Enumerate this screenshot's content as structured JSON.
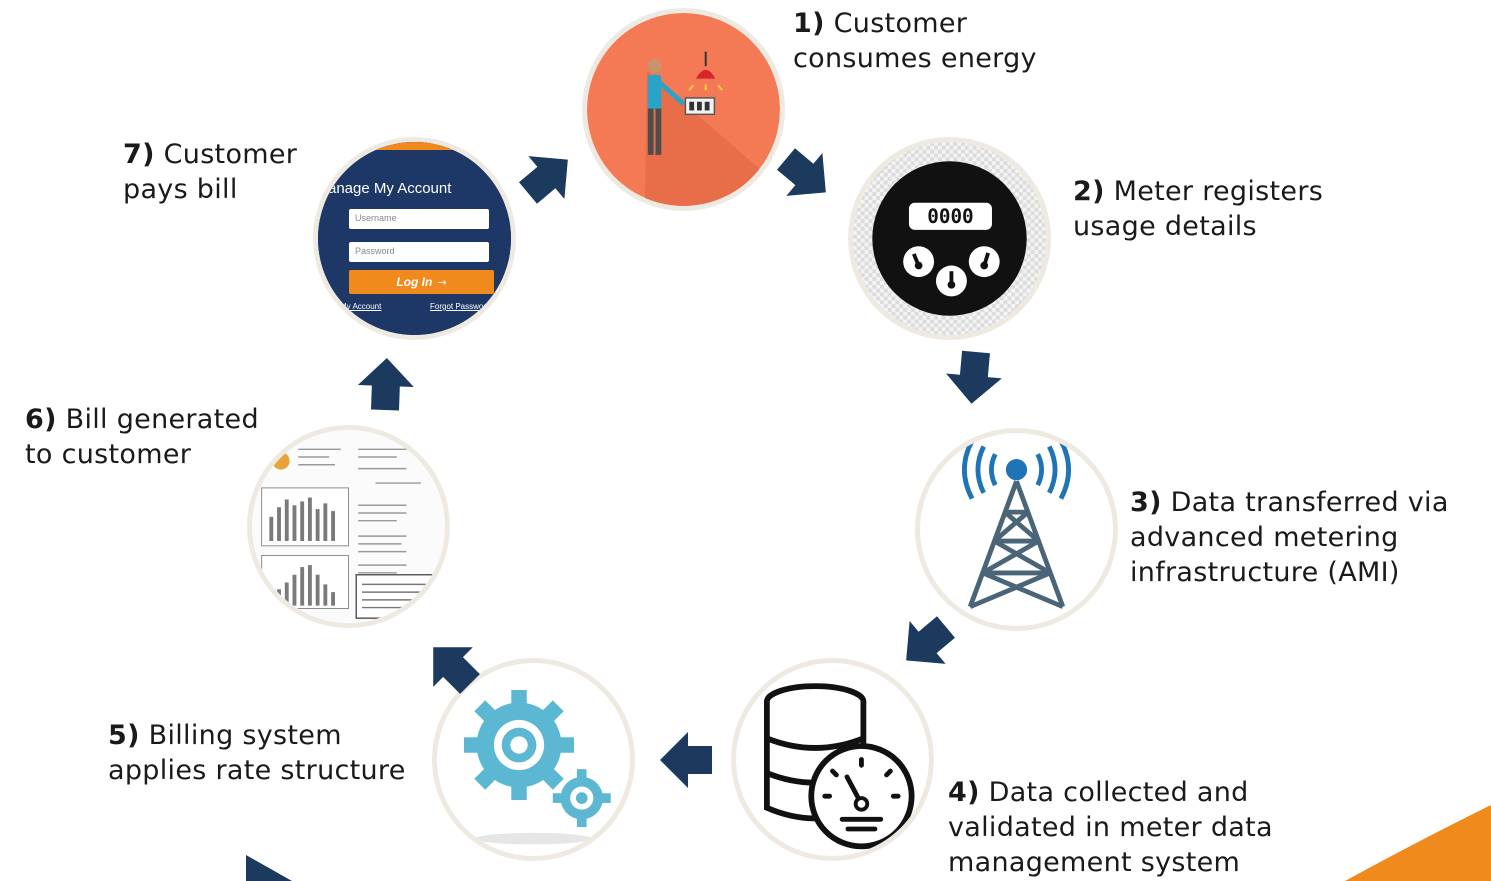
{
  "steps": [
    {
      "num": "1)",
      "line1": "Customer",
      "line2": "consumes energy",
      "line3": ""
    },
    {
      "num": "2)",
      "line1": "Meter registers",
      "line2": "usage details",
      "line3": ""
    },
    {
      "num": "3)",
      "line1": "Data transferred via",
      "line2": "advanced metering",
      "line3": "infrastructure (AMI)"
    },
    {
      "num": "4)",
      "line1": "Data collected and",
      "line2": "validated in meter data",
      "line3": "management system"
    },
    {
      "num": "5)",
      "line1": "Billing system",
      "line2": "applies rate structure",
      "line3": ""
    },
    {
      "num": "6)",
      "line1": "Bill generated",
      "line2": "to customer",
      "line3": ""
    },
    {
      "num": "7)",
      "line1": "Customer",
      "line2": "pays bill",
      "line3": ""
    }
  ],
  "meter_display": "0000",
  "login_panel": {
    "title": "anage My Account",
    "username_placeholder": "Username",
    "password_placeholder": "Password",
    "login_button": "Log In",
    "link_left": "My Account",
    "link_right": "Forgot Password?"
  },
  "colors": {
    "arrow": "#1b3a5e",
    "orange": "#f47a55",
    "gear": "#5bb7d2",
    "tower": "#4a6578",
    "accent_orange": "#f08a1c"
  },
  "icons": [
    "person-switch-icon",
    "meter-icon",
    "cell-tower-icon",
    "database-gauge-icon",
    "gears-icon",
    "bill-document-icon",
    "login-form-icon"
  ]
}
